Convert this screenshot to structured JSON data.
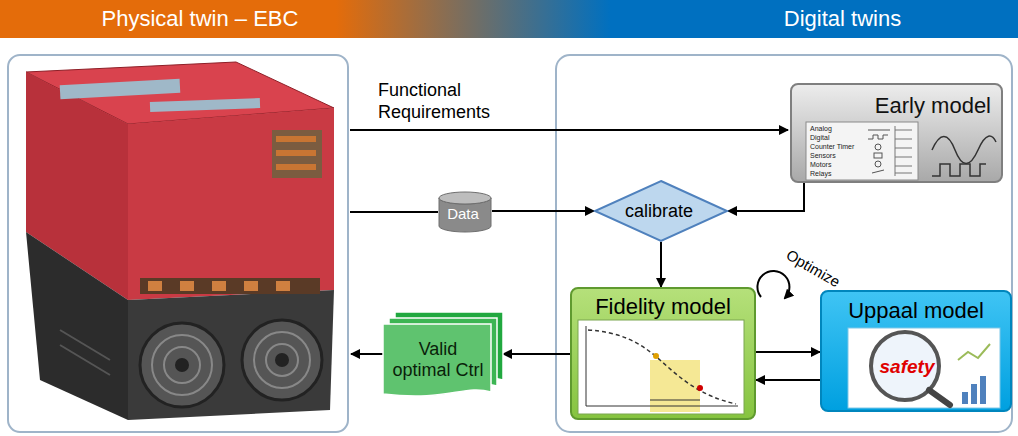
{
  "diagram": {
    "nodes": [
      {
        "text": [
          "Physical twin – EBC"
        ]
      },
      {
        "text": [
          "Digital twins"
        ]
      },
      {
        "text": [
          "Early model"
        ]
      },
      {
        "text": [
          "Data"
        ]
      },
      {
        "text": [
          "calibrate"
        ]
      },
      {
        "text": [
          "Fidelity model"
        ]
      },
      {
        "text": [
          "Uppaal model",
          "safety"
        ]
      },
      {
        "text": [
          "Valid optimal Ctrl"
        ]
      }
    ],
    "edges": [
      {
        "from": 3,
        "to": 4,
        "arrow": "to"
      },
      {
        "from": 2,
        "to": 4,
        "arrow": "to"
      },
      {
        "from": 4,
        "to": 5,
        "arrow": "to"
      },
      {
        "from": 5,
        "to": 6,
        "arrow": "to"
      },
      {
        "from": 6,
        "to": 5,
        "arrow": "to"
      },
      {
        "from": 5,
        "to": 7,
        "arrow": "to"
      }
    ],
    "labels": [
      "Functional Requirements",
      "Optimize",
      "Analog",
      "Digital",
      "Counter Timer",
      "Sensors",
      "Motors",
      "Relays"
    ]
  }
}
